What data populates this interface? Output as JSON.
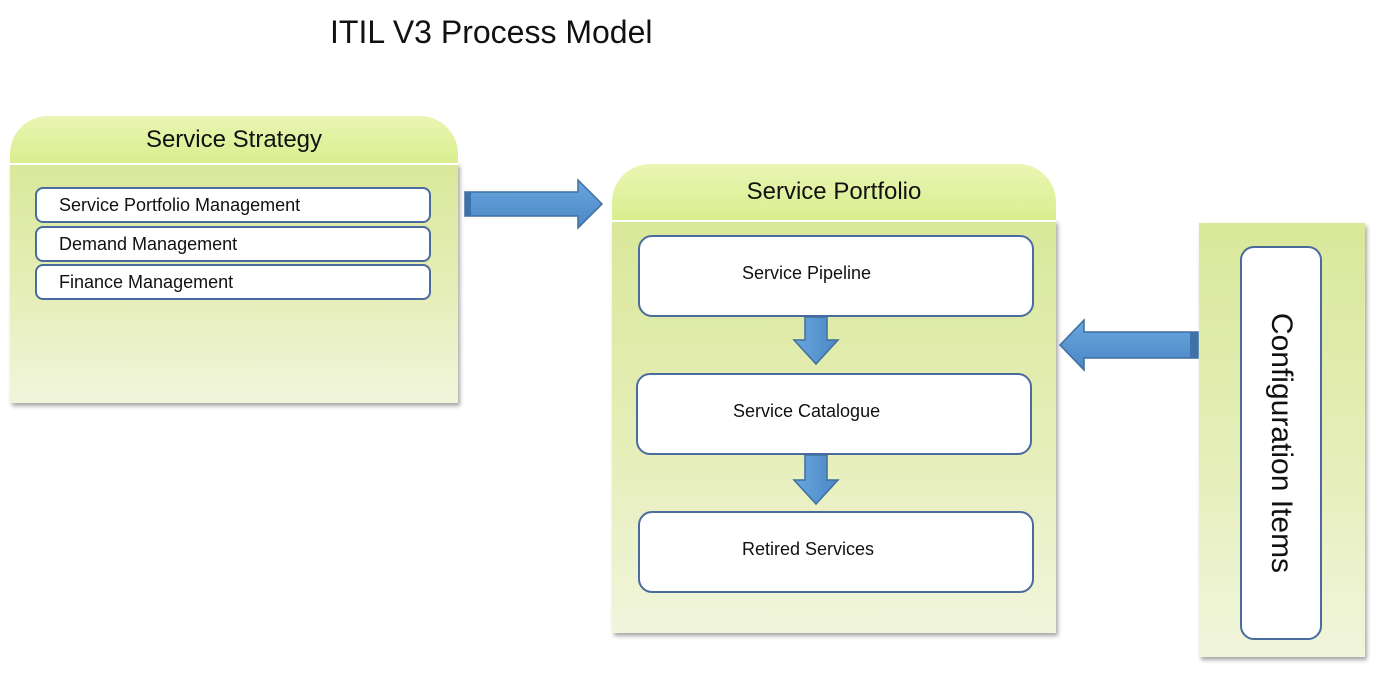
{
  "title": "ITIL V3 Process Model",
  "service_strategy": {
    "header": "Service Strategy",
    "items": [
      "Service Portfolio Management",
      "Demand Management",
      "Finance Management"
    ]
  },
  "service_portfolio": {
    "header": "Service Portfolio",
    "items": [
      "Service Pipeline",
      "Service Catalogue",
      "Retired Services"
    ]
  },
  "configuration_items": {
    "label": "Configuration Items"
  },
  "colors": {
    "panel_green": "#d9ee8e",
    "arrow_blue": "#5b9bd5",
    "box_border": "#4a6b9e"
  }
}
